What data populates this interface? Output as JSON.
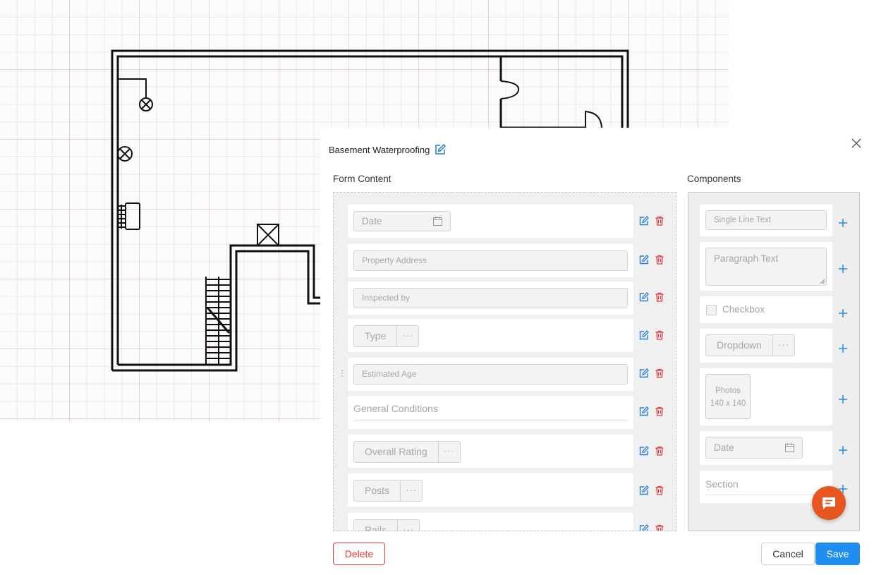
{
  "modal": {
    "title": "Basement Waterproofing",
    "form_content_heading": "Form Content",
    "components_heading": "Components"
  },
  "form_rows": [
    {
      "kind": "date",
      "placeholder": "Date"
    },
    {
      "kind": "text",
      "placeholder": "Property Address"
    },
    {
      "kind": "text",
      "placeholder": "Inspected by"
    },
    {
      "kind": "dropdown",
      "label": "Type",
      "more": "···"
    },
    {
      "kind": "text",
      "placeholder": "Estimated Age"
    },
    {
      "kind": "section",
      "label": "General Conditions"
    },
    {
      "kind": "dropdown",
      "label": "Overall Rating",
      "more": "···"
    },
    {
      "kind": "dropdown",
      "label": "Posts",
      "more": "···"
    },
    {
      "kind": "dropdown",
      "label": "Rails",
      "more": "···"
    }
  ],
  "components": {
    "single_line": "Single Line Text",
    "paragraph": "Paragraph Text",
    "checkbox": "Checkbox",
    "dropdown": "Dropdown",
    "dropdown_more": "···",
    "photos": "Photos",
    "photos_size": "140 x 140",
    "date": "Date",
    "section": "Section"
  },
  "buttons": {
    "delete": "Delete",
    "cancel": "Cancel",
    "save": "Save"
  },
  "colors": {
    "primary": "#1f8ef1",
    "danger": "#e0393e",
    "fab": "#e8561f",
    "edit_icon": "#2a7fd4",
    "trash_icon": "#e0393e"
  },
  "icons": {
    "title_edit": "edit-icon",
    "close": "close-icon",
    "row_edit": "edit-icon",
    "row_delete": "trash-icon",
    "add": "plus-icon",
    "calendar": "calendar-icon",
    "chat": "chat-icon"
  }
}
